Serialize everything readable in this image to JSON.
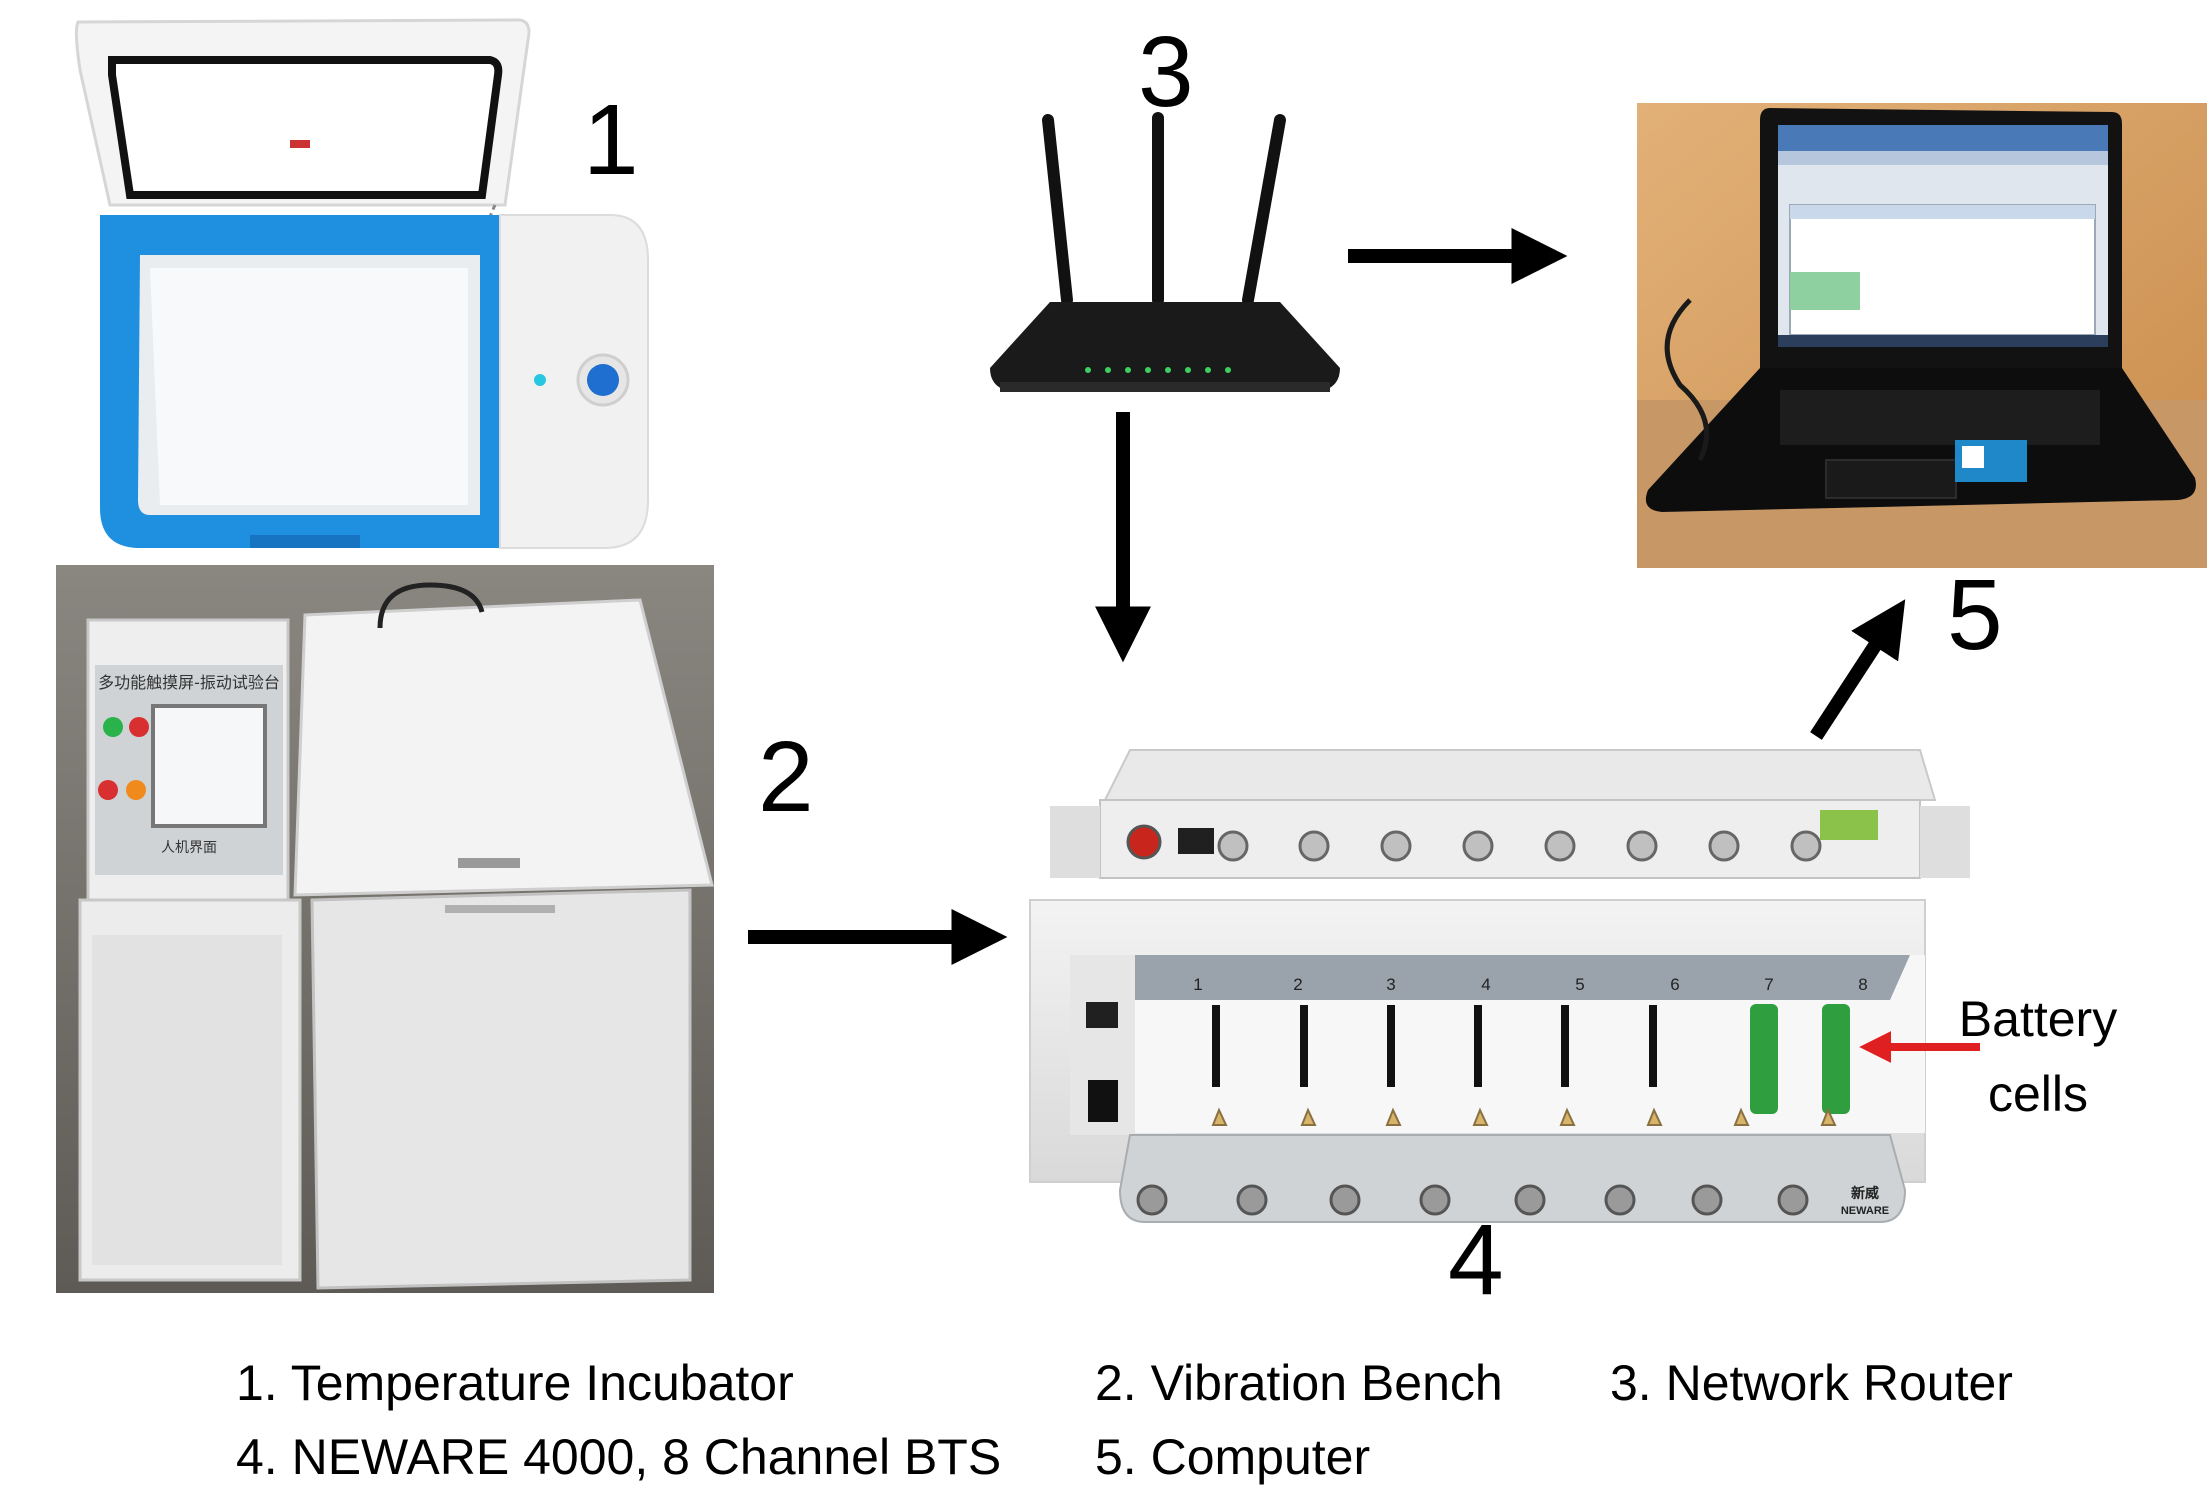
{
  "labels": {
    "n1": "1",
    "n2": "2",
    "n3": "3",
    "n4": "4",
    "n5": "5"
  },
  "callout": {
    "line1": "Battery",
    "line2": "cells"
  },
  "legend": {
    "item1": "1. Temperature Incubator",
    "item2": "2. Vibration Bench",
    "item3": "3. Network Router",
    "item4": "4. NEWARE 4000, 8 Channel  BTS",
    "item5": "5. Computer"
  },
  "device_text": {
    "bench_panel_title": "多功能触摸屏-振动试验台",
    "bench_panel_caption": "人机界面",
    "bts_brand": "NEWARE",
    "bts_brand_cn": "新威",
    "bts_channels": [
      "1",
      "2",
      "3",
      "4",
      "5",
      "6",
      "7",
      "8"
    ]
  },
  "colors": {
    "incubator_blue": "#1f8fe0",
    "cell_green": "#2e9e3e",
    "callout_arrow": "#e02020",
    "arrow": "#000000"
  }
}
